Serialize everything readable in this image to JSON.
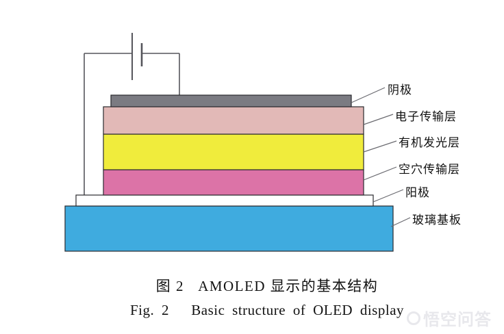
{
  "diagram": {
    "title": "OLED layer stack with power source",
    "layers": [
      {
        "id": "cathode",
        "label": "阴极",
        "color": "#7b7b82"
      },
      {
        "id": "electron-transport-layer",
        "label": "电子传输层",
        "color": "#e2b9b7"
      },
      {
        "id": "organic-emissive-layer",
        "label": "有机发光层",
        "color": "#f0ec3c"
      },
      {
        "id": "hole-transport-layer",
        "label": "空穴传输层",
        "color": "#dc73a7"
      },
      {
        "id": "anode",
        "label": "阳极",
        "color": "#ffffff"
      },
      {
        "id": "glass-substrate",
        "label": "玻璃基板",
        "color": "#3fabdf"
      }
    ],
    "colors": {
      "wire": "#55555b",
      "border": "#2a2a2e",
      "leader_line": "#6a6a70"
    }
  },
  "caption": {
    "zh": "图 2   AMOLED 显示的基本结构",
    "en": "Fig. 2   Basic structure of OLED display"
  },
  "watermark": {
    "text": "悟空问答"
  }
}
